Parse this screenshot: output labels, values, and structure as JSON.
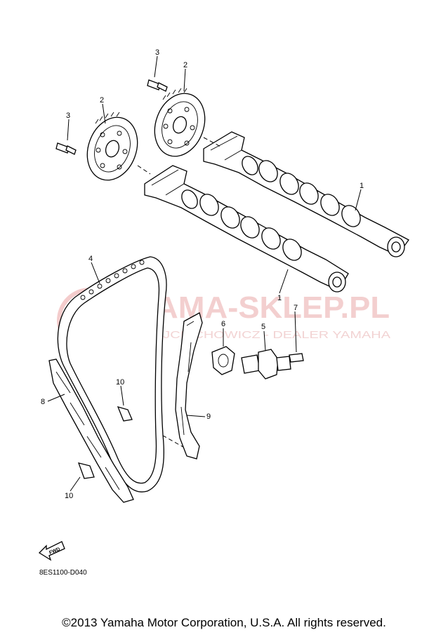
{
  "callouts": [
    {
      "id": "3a",
      "label": "3"
    },
    {
      "id": "2a",
      "label": "2"
    },
    {
      "id": "2b",
      "label": "2"
    },
    {
      "id": "3b",
      "label": "3"
    },
    {
      "id": "1a",
      "label": "1"
    },
    {
      "id": "1b",
      "label": "1"
    },
    {
      "id": "4",
      "label": "4"
    },
    {
      "id": "6",
      "label": "6"
    },
    {
      "id": "5",
      "label": "5"
    },
    {
      "id": "7",
      "label": "7"
    },
    {
      "id": "10a",
      "label": "10"
    },
    {
      "id": "8",
      "label": "8"
    },
    {
      "id": "9",
      "label": "9"
    },
    {
      "id": "10b",
      "label": "10"
    }
  ],
  "watermark": {
    "title": "YAMA-SKLEP.PL",
    "subtitle": "WOJCIECHOWICZ - DEALER YAMAHA"
  },
  "fwd_label": "FWD",
  "diagram_code": "8ES1100-D040",
  "copyright": "©2013 Yamaha Motor Corporation, U.S.A. All rights reserved."
}
